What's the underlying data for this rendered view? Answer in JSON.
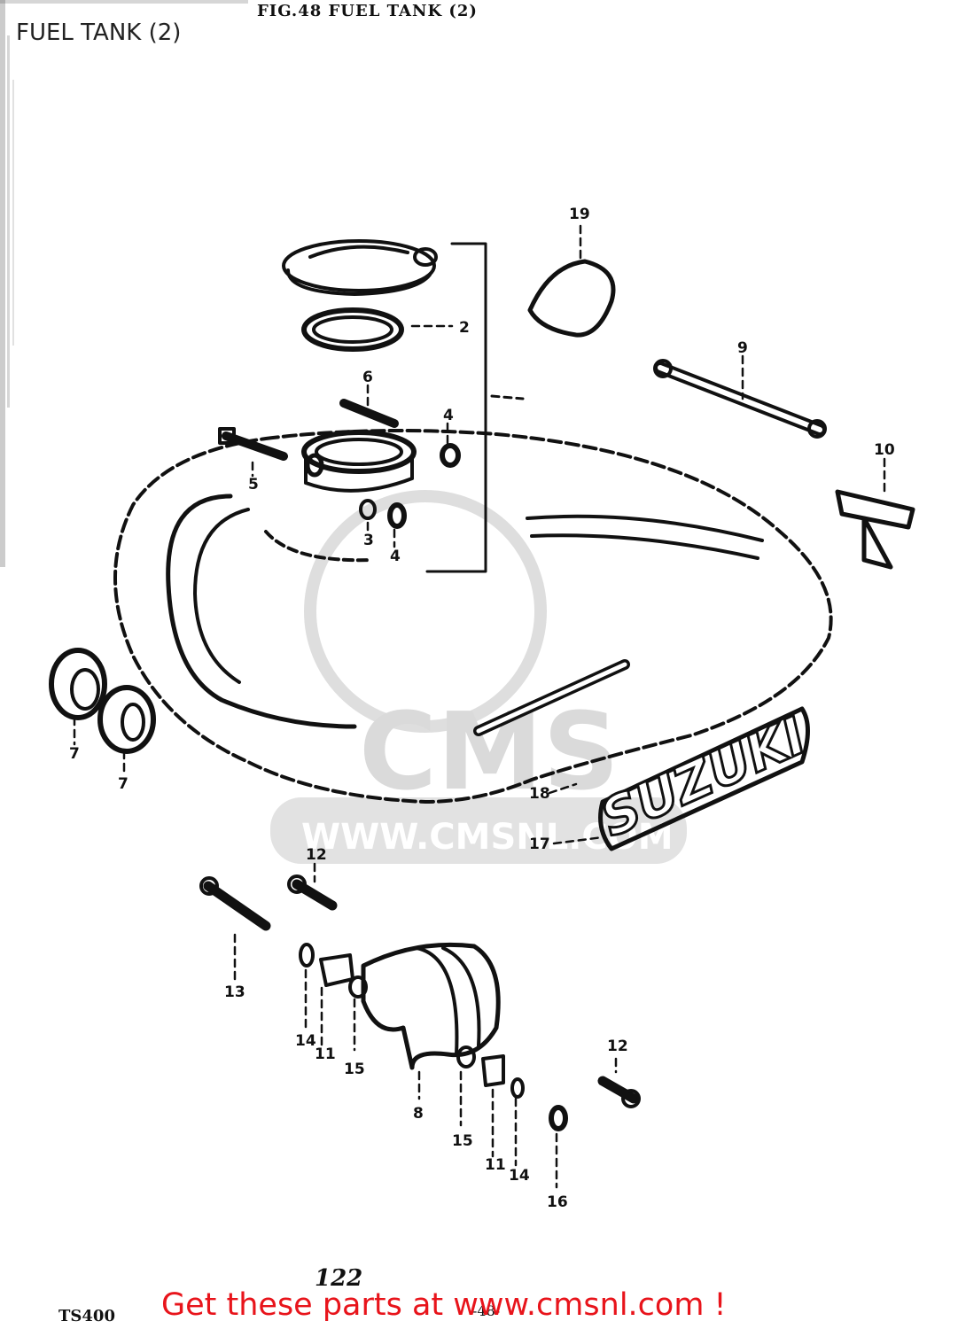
{
  "figure_title": "FIG.48  FUEL TANK (2)",
  "page_title": "FUEL TANK (2)",
  "page_number": "122",
  "model_code": "TS400",
  "sheet_code": "-48-",
  "brand_emblem_text": "SUZUKI",
  "watermark": {
    "logo_text": "CMS",
    "url_text": "WWW.CMSNL.COM"
  },
  "cta_text": "Get these parts at www.cmsnl.com !",
  "callouts": {
    "c2": "2",
    "c3": "3",
    "c4a": "4",
    "c4b": "4",
    "c5": "5",
    "c6": "6",
    "c7a": "7",
    "c7b": "7",
    "c8": "8",
    "c9": "9",
    "c10": "10",
    "c11a": "11",
    "c11b": "11",
    "c12a": "12",
    "c12b": "12",
    "c13": "13",
    "c14a": "14",
    "c14b": "14",
    "c15a": "15",
    "c15b": "15",
    "c16": "16",
    "c17": "17",
    "c18": "18",
    "c19": "19"
  },
  "colors": {
    "line": "#111111",
    "watermark": "#d6d6d6",
    "cta": "#e8141b"
  }
}
